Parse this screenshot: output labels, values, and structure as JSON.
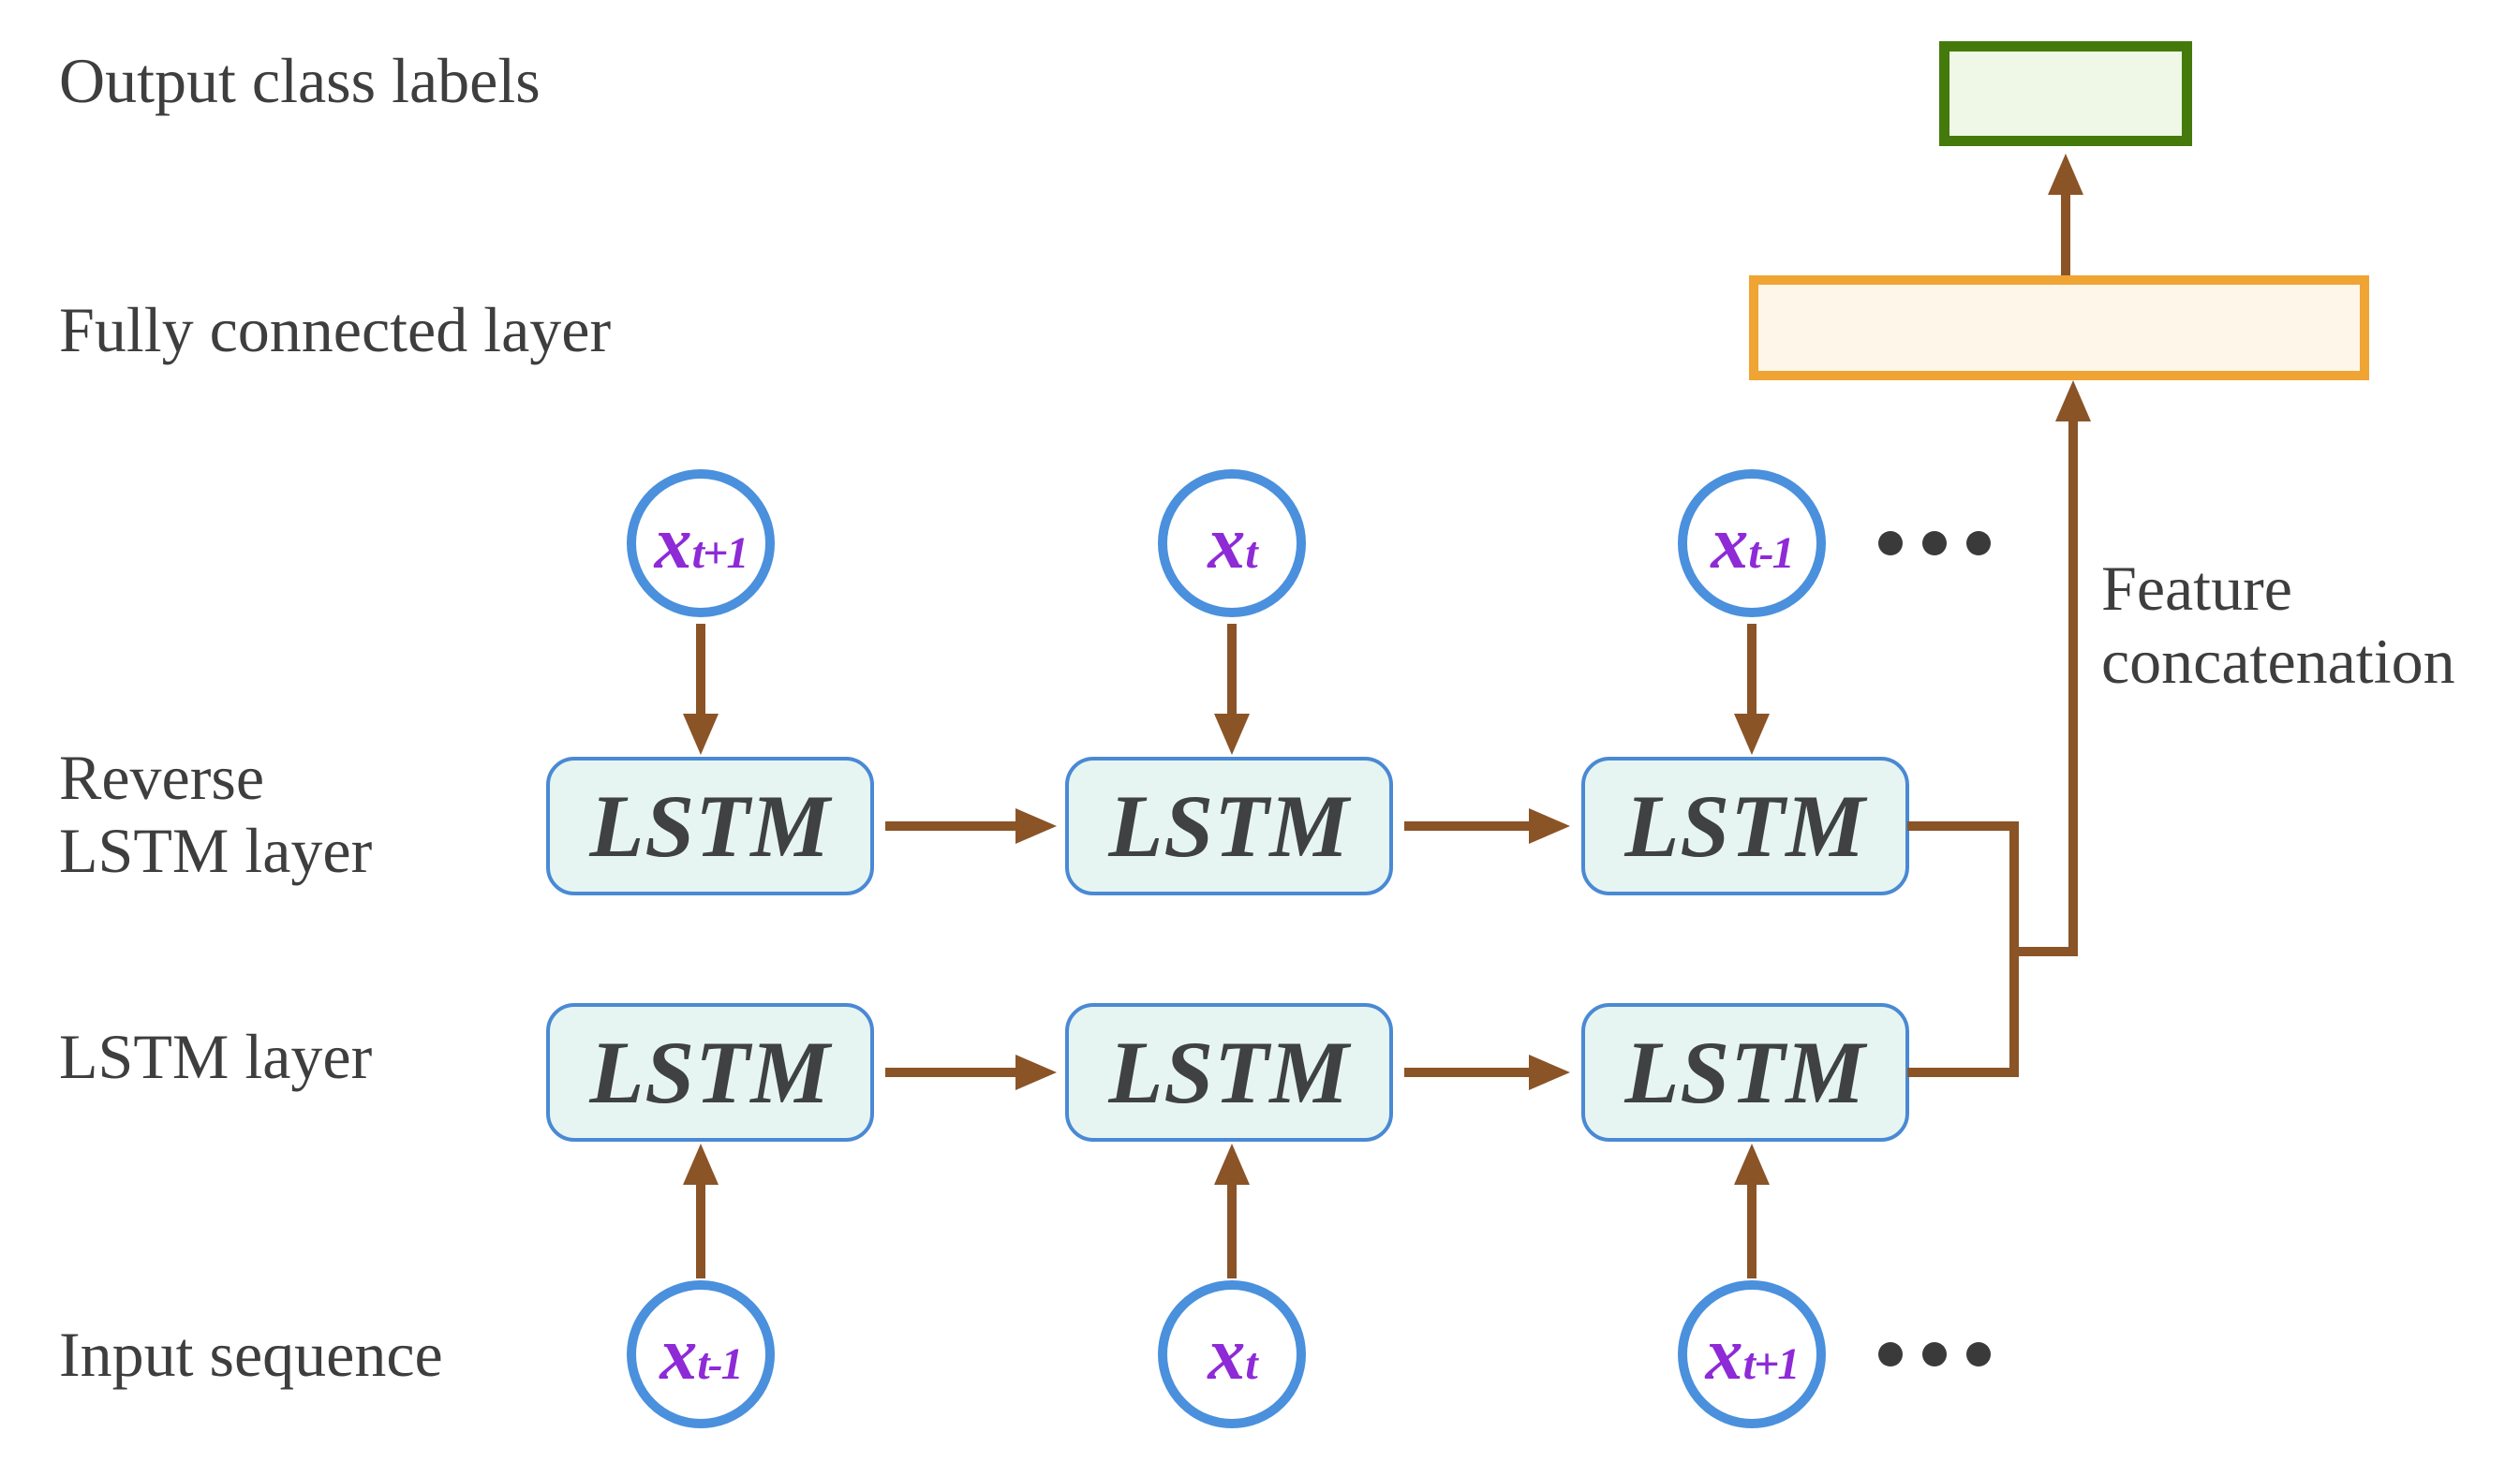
{
  "title": "Bidirectional LSTM classification architecture diagram",
  "colors": {
    "background": "#ffffff",
    "text": "#3e3e3e",
    "arrow": "#8a5427",
    "circle_border": "#4a90dd",
    "circle_fill": "#ffffff",
    "input_text": "#8e2ad6",
    "lstm_border": "#4a89d4",
    "lstm_fill": "#e6f5f2",
    "lstm_text": "#3f4142",
    "output_border": "#447a0c",
    "output_fill": "#eff7e6",
    "fc_border": "#f0a433",
    "fc_fill": "#fdf6e9",
    "dots": "#3a3a3a"
  },
  "labels": {
    "output_class": "Output class labels",
    "fully_connected": "Fully connected layer",
    "reverse_layer_line1": "Reverse",
    "reverse_layer_line2": "LSTM layer",
    "forward_layer": "LSTM layer",
    "input_sequence": "Input sequence",
    "feature_concat_line1": "Feature",
    "feature_concat_line2": "concatenation"
  },
  "diagram": {
    "lstm_label": "LSTM",
    "reverse_row_inputs": [
      {
        "base": "x",
        "sub": "t+1"
      },
      {
        "base": "x",
        "sub": "t"
      },
      {
        "base": "x",
        "sub": "t-1"
      }
    ],
    "forward_row_inputs": [
      {
        "base": "x",
        "sub": "t-1"
      },
      {
        "base": "x",
        "sub": "t"
      },
      {
        "base": "x",
        "sub": "t+1"
      }
    ],
    "ellipsis_icon": "•••"
  }
}
